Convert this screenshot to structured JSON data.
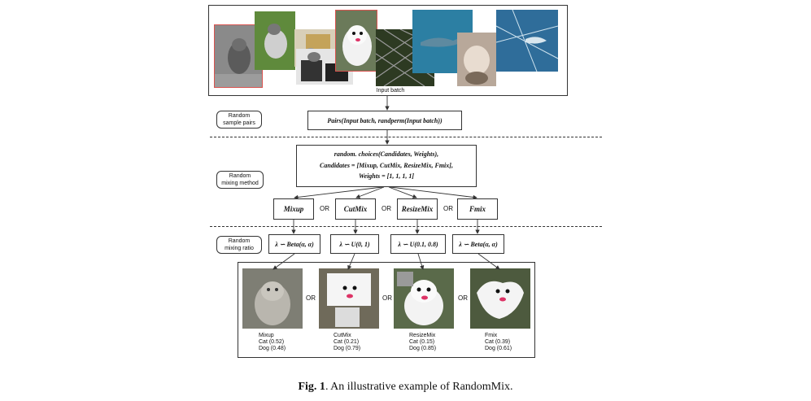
{
  "input_batch": {
    "label": "Input batch"
  },
  "steps": {
    "sample_pairs": {
      "label": "Random\nsample pairs",
      "formula": "Pairs(Input batch, randperm(Input batch))"
    },
    "mixing_method": {
      "label": "Random\nmixing method",
      "line1": "random. choices(Candidates, Weights),",
      "line2": "Candidates = [Mixup, CutMix, ResizeMix, Fmix],",
      "line3": "Weights = [1, 1, 1, 1]"
    },
    "mixing_ratio": {
      "label": "Random\nmixing ratio"
    }
  },
  "methods": [
    {
      "name": "Mixup",
      "ratio": "λ ∽ Beta(α, α)"
    },
    {
      "name": "CutMix",
      "ratio": "λ ∽ U(0, 1)"
    },
    {
      "name": "ResizeMix",
      "ratio": "λ ∽ U(0.1, 0.8)"
    },
    {
      "name": "Fmix",
      "ratio": "λ ∽ Beta(α, α)"
    }
  ],
  "or_label": "OR",
  "results": [
    {
      "name": "Mixup",
      "cat": "Cat (0.52)",
      "dog": "Dog (0.48)"
    },
    {
      "name": "CutMix",
      "cat": "Cat (0.21)",
      "dog": "Dog (0.79)"
    },
    {
      "name": "ResizeMix",
      "cat": "Cat (0.15)",
      "dog": "Dog (0.85)"
    },
    {
      "name": "Fmix",
      "cat": "Cat (0.39)",
      "dog": "Dog (0.61)"
    }
  ],
  "figure_caption": {
    "prefix": "Fig. 1",
    "text": ". An illustrative example of RandomMix."
  },
  "colors": {
    "highlight_border": "#d9534f",
    "line": "#333333"
  }
}
